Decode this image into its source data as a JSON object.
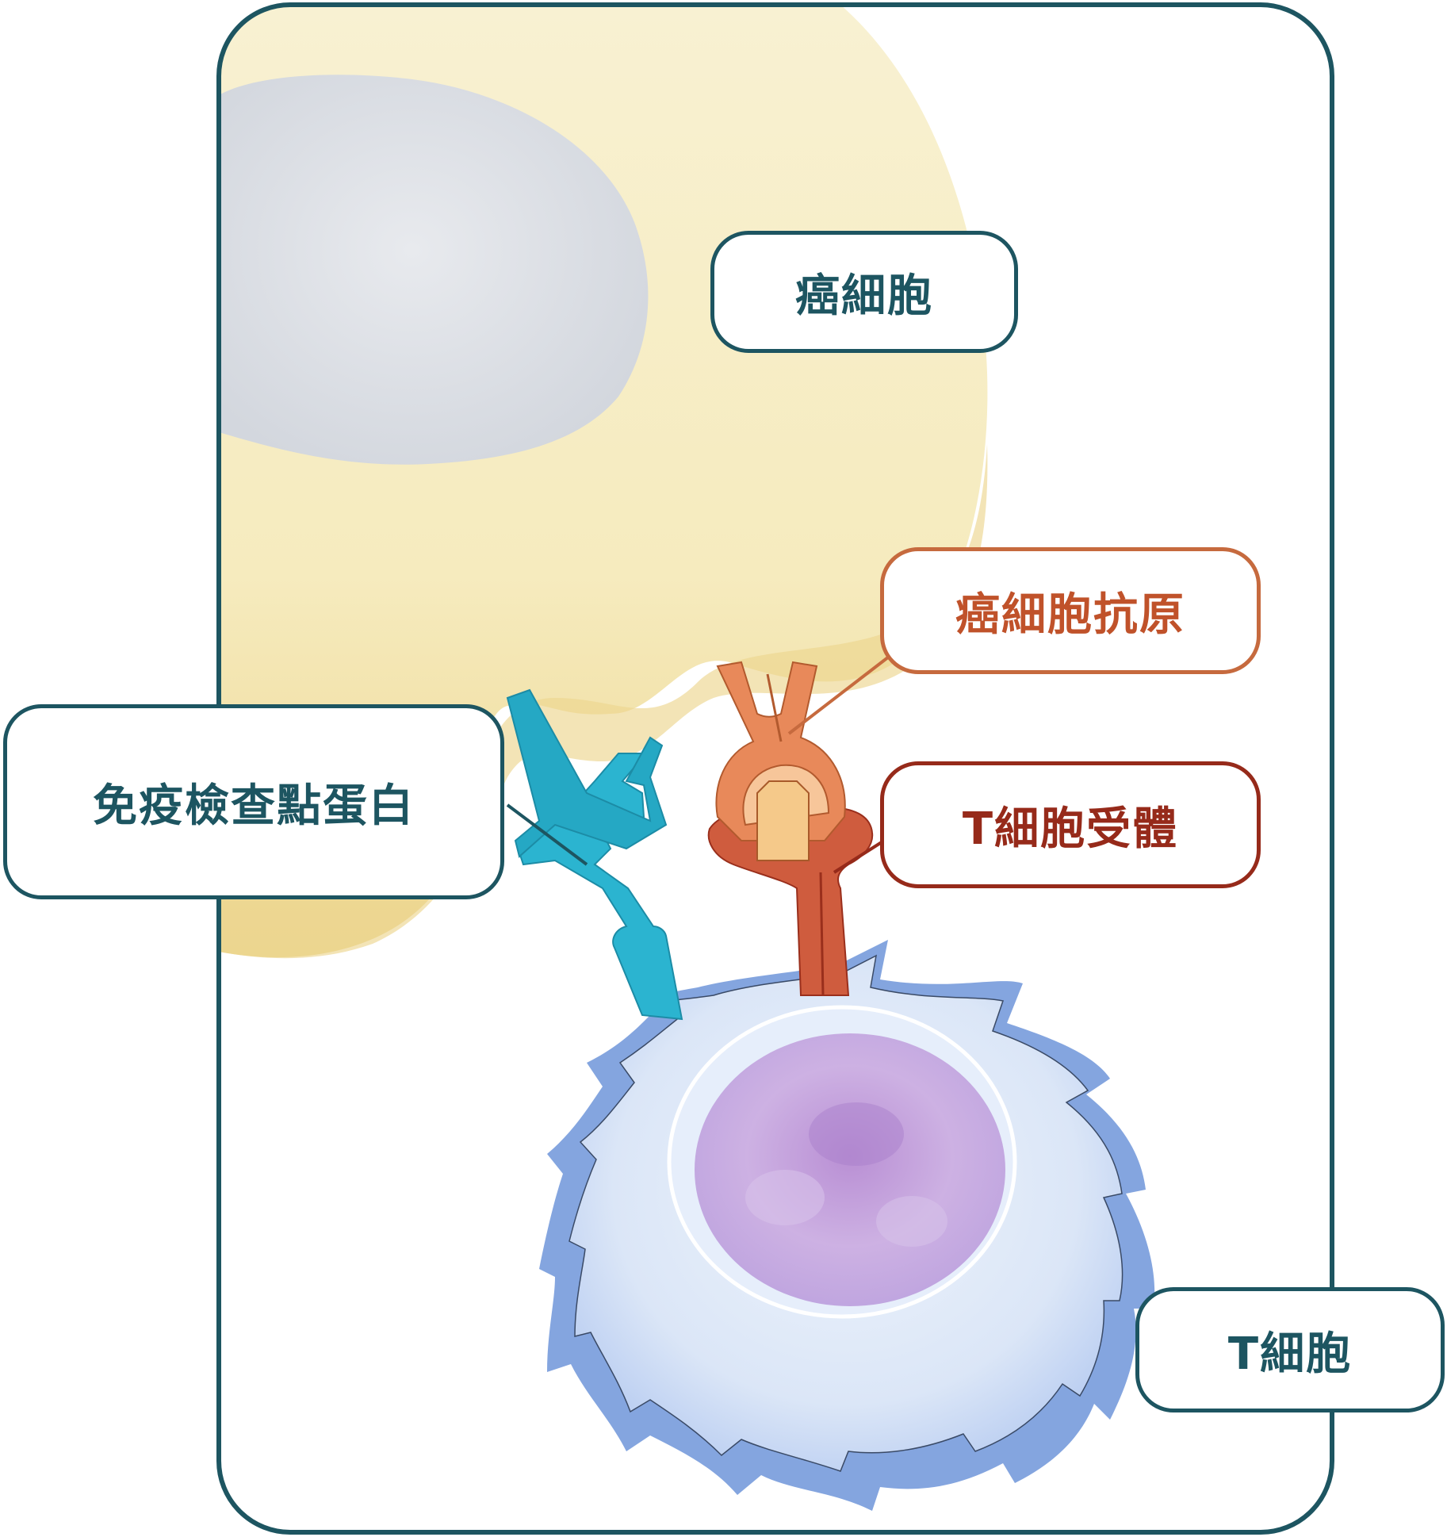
{
  "labels": {
    "cancer_cell": "癌細胞",
    "cancer_antigen": "癌細胞抗原",
    "t_cell_receptor": "T細胞受體",
    "checkpoint_protein": "免疫檢查點蛋白",
    "t_cell": "T細胞"
  },
  "colors": {
    "frame": "#1d5561",
    "teal_text": "#1d5561",
    "antigen_text": "#c0522a",
    "antigen_border": "#c66a3e",
    "receptor_text": "#962a1a",
    "receptor_border": "#962a1a",
    "cancer_cell": "#f6ecc0",
    "cancer_nucleus": "#dfe2e7",
    "t_cell_body": "#dce8f8",
    "t_cell_edge": "#6e92d6",
    "t_cell_nucleus": "#c2a4dc",
    "checkpoint": "#2bb4d0"
  }
}
